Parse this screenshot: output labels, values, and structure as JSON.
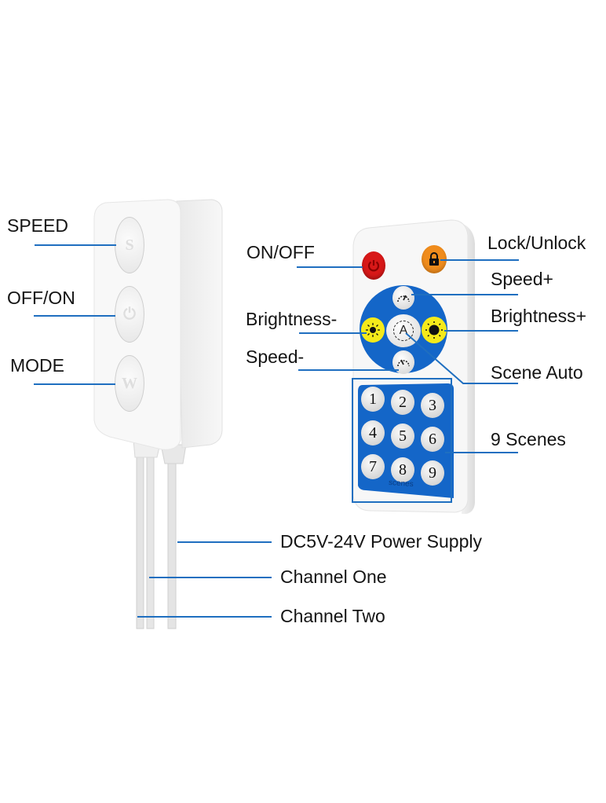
{
  "controller": {
    "buttons": [
      {
        "glyph": "S",
        "label": "SPEED"
      },
      {
        "glyph": "⏻",
        "label": "OFF/ON"
      },
      {
        "glyph": "W",
        "label": "MODE"
      }
    ]
  },
  "remote": {
    "power_label": "ON/OFF",
    "lock_label": "Lock/Unlock",
    "speed_plus_label": "Speed+",
    "brightness_minus_label": "Brightness-",
    "brightness_plus_label": "Brightness+",
    "speed_minus_label": "Speed-",
    "auto_label": "Scene Auto",
    "auto_glyph": "A",
    "scenes_label": "9 Scenes",
    "scenes_caption": "scenes",
    "scene_keys": [
      "1",
      "2",
      "3",
      "4",
      "5",
      "6",
      "7",
      "8",
      "9"
    ]
  },
  "cables": {
    "power_label": "DC5V-24V Power Supply",
    "channel_one_label": "Channel One",
    "channel_two_label": "Channel Two"
  },
  "colors": {
    "accent_line": "#1f6fc0",
    "remote_blue": "#1466c8",
    "power_red": "#d81818",
    "lock_orange": "#f08c1c",
    "brightness_yellow": "#f5ea1a"
  }
}
